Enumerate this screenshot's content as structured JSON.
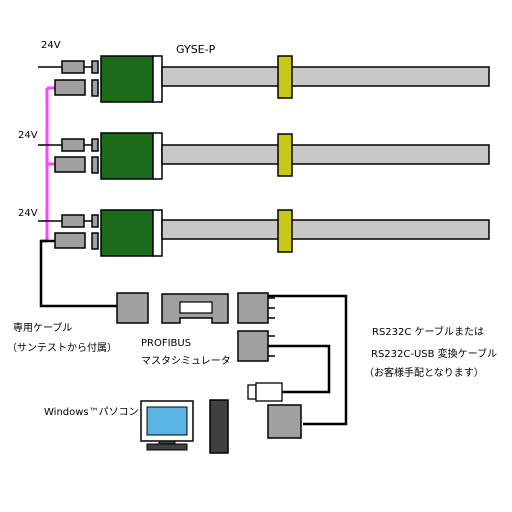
{
  "labels": {
    "product": "GYSE-P",
    "voltage": [
      "24V",
      "24V",
      "24V"
    ],
    "cable_line1": "専用ケーブル",
    "cable_line2": "（サンテストから付属）",
    "profibus_line1": "PROFIBUS",
    "profibus_line2": "マスタシミュレータ",
    "rs232_line1": "RS232C ケーブルまたは",
    "rs232_line2": "RS232C-USB  変換ケーブル",
    "rs232_line3": "（お客様手配となります）",
    "windows_pc": "Windows™パソコン"
  },
  "colors": {
    "actuator_body": "#1a6b1a",
    "shaft": "#c8c8c8",
    "nut": "#c8c818",
    "connector": "#a0a0a0",
    "pink_cable": "#ff44ff",
    "black_cable": "#000000",
    "monitor_screen": "#5ab4e6"
  }
}
